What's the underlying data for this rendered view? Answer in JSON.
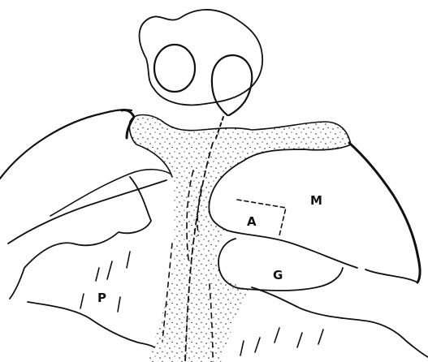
{
  "diagram": {
    "labels": {
      "m": "M",
      "a": "A",
      "g": "G",
      "p": "P"
    }
  }
}
